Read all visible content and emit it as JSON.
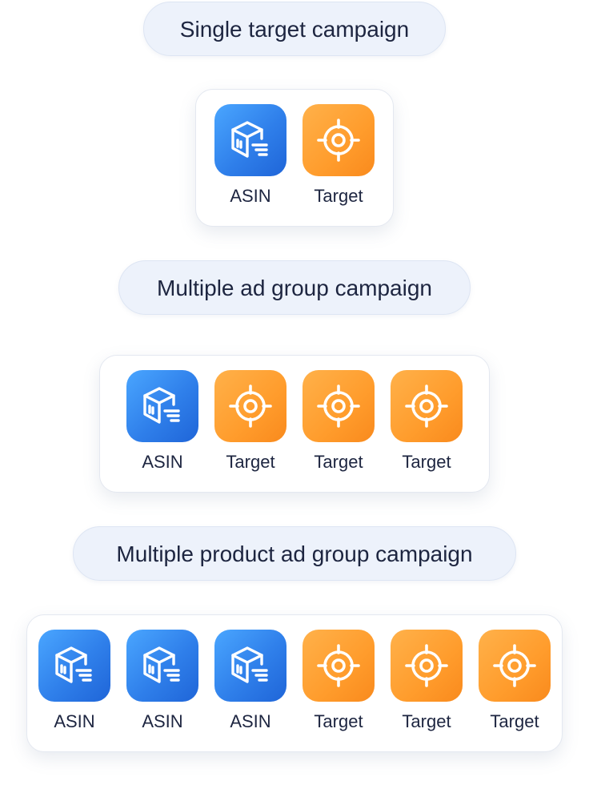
{
  "sections": [
    {
      "title": "Single target campaign",
      "items": [
        {
          "label": "ASIN",
          "icon": "package-icon",
          "color": "#2f7fea"
        },
        {
          "label": "Target",
          "icon": "crosshair-icon",
          "color": "#ff9c2c"
        }
      ]
    },
    {
      "title": "Multiple ad group campaign",
      "items": [
        {
          "label": "ASIN",
          "icon": "package-icon",
          "color": "#2f7fea"
        },
        {
          "label": "Target",
          "icon": "crosshair-icon",
          "color": "#ff9c2c"
        },
        {
          "label": "Target",
          "icon": "crosshair-icon",
          "color": "#ff9c2c"
        },
        {
          "label": "Target",
          "icon": "crosshair-icon",
          "color": "#ff9c2c"
        }
      ]
    },
    {
      "title": "Multiple product ad group campaign",
      "items": [
        {
          "label": "ASIN",
          "icon": "package-icon",
          "color": "#2f7fea"
        },
        {
          "label": "ASIN",
          "icon": "package-icon",
          "color": "#2f7fea"
        },
        {
          "label": "ASIN",
          "icon": "package-icon",
          "color": "#2f7fea"
        },
        {
          "label": "Target",
          "icon": "crosshair-icon",
          "color": "#ff9c2c"
        },
        {
          "label": "Target",
          "icon": "crosshair-icon",
          "color": "#ff9c2c"
        },
        {
          "label": "Target",
          "icon": "crosshair-icon",
          "color": "#ff9c2c"
        }
      ]
    }
  ]
}
